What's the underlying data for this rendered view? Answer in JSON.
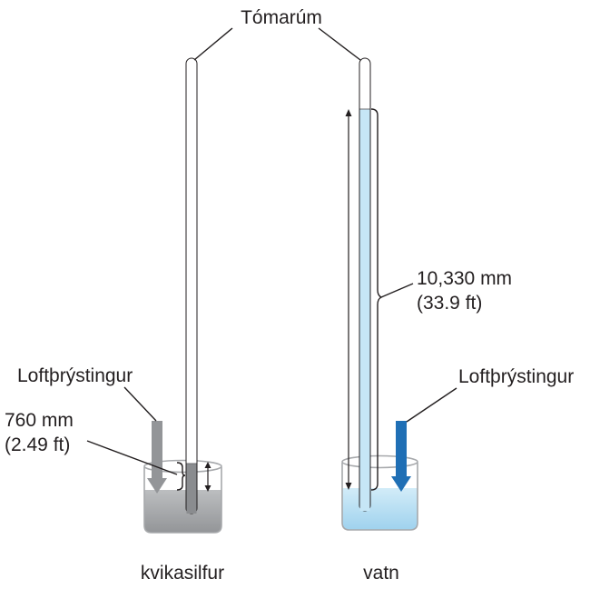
{
  "labels": {
    "vacuum": "Tómarúm",
    "atm_pressure_left": "Loftþrýstingur",
    "atm_pressure_right": "Loftþrýstingur",
    "mercury_height_mm": "760 mm",
    "mercury_height_ft": "(2.49 ft)",
    "water_height_mm": "10,330 mm",
    "water_height_ft": "(33.9 ft)",
    "mercury": "kvikasilfur",
    "water": "vatn"
  },
  "colors": {
    "mercury": "#a7a9ac",
    "water": "#bfe3f4",
    "left_arrow": "#939598",
    "right_arrow": "#1f6fb5",
    "outline": "#231f20"
  }
}
